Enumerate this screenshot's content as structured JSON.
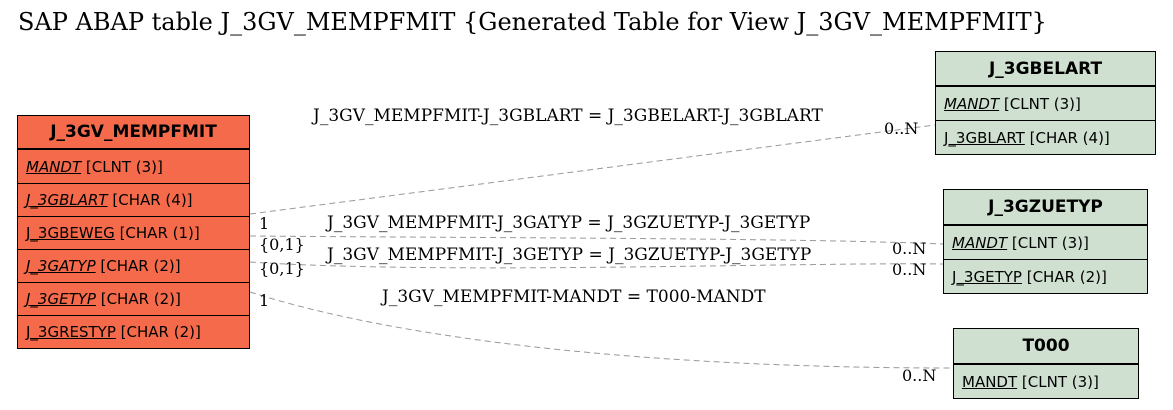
{
  "title": "SAP ABAP table J_3GV_MEMPFMIT {Generated Table for View J_3GV_MEMPFMIT}",
  "main_table": {
    "name": "J_3GV_MEMPFMIT",
    "fields": [
      {
        "name": "MANDT",
        "type": "[CLNT (3)]"
      },
      {
        "name": "J_3GBLART",
        "type": "[CHAR (4)]"
      },
      {
        "name": "J_3GBEWEG",
        "type": "[CHAR (1)]"
      },
      {
        "name": "J_3GATYP",
        "type": "[CHAR (2)]"
      },
      {
        "name": "J_3GETYP",
        "type": "[CHAR (2)]"
      },
      {
        "name": "J_3GRESTYP",
        "type": "[CHAR (2)]"
      }
    ]
  },
  "ref_tables": [
    {
      "name": "J_3GBELART",
      "fields": [
        {
          "name": "MANDT",
          "type": "[CLNT (3)]"
        },
        {
          "name": "J_3GBLART",
          "type": "[CHAR (4)]"
        }
      ]
    },
    {
      "name": "J_3GZUETYP",
      "fields": [
        {
          "name": "MANDT",
          "type": "[CLNT (3)]"
        },
        {
          "name": "J_3GETYP",
          "type": "[CHAR (2)]"
        }
      ]
    },
    {
      "name": "T000",
      "fields": [
        {
          "name": "MANDT",
          "type": "[CLNT (3)]"
        }
      ]
    }
  ],
  "relations": [
    {
      "label": "J_3GV_MEMPFMIT-J_3GBLART = J_3GBELART-J_3GBLART",
      "from_card": "1",
      "to_card": "0..N"
    },
    {
      "label": "J_3GV_MEMPFMIT-J_3GATYP = J_3GZUETYP-J_3GETYP",
      "from_card": "{0,1}",
      "to_card": "0..N"
    },
    {
      "label": "J_3GV_MEMPFMIT-J_3GETYP = J_3GZUETYP-J_3GETYP",
      "from_card": "{0,1}",
      "to_card": "0..N"
    },
    {
      "label": "J_3GV_MEMPFMIT-MANDT = T000-MANDT",
      "from_card": "1",
      "to_card": "0..N"
    }
  ],
  "colors": {
    "main_table": "#f46a4a",
    "ref_table": "#cfe0d0",
    "line": "#999999"
  }
}
